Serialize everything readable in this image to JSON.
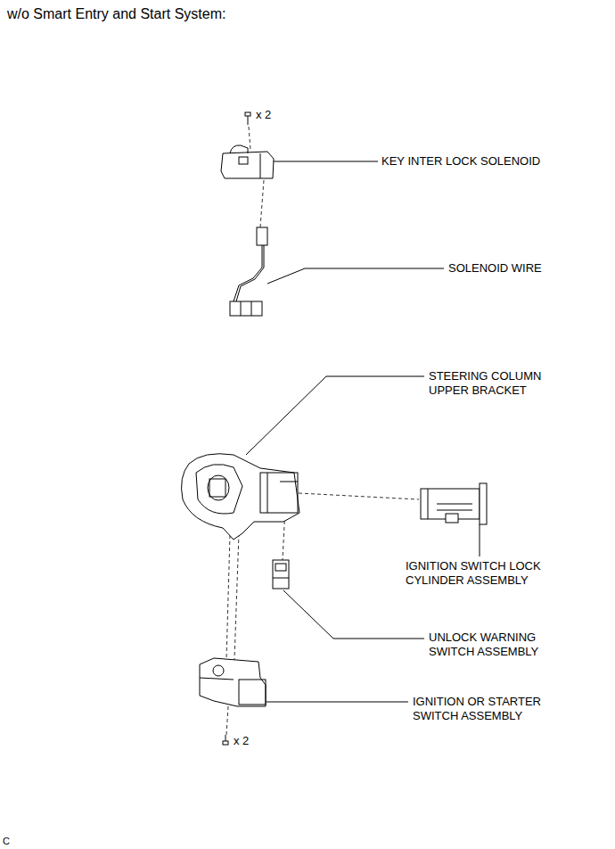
{
  "diagram": {
    "title": "w/o Smart Entry and Start System:",
    "labels": [
      "x 2",
      "KEY INTER LOCK SOLENOID",
      "SOLENOID WIRE",
      "STEERING COLUMN UPPER BRACKET",
      "IGNITION SWITCH LOCK CYLINDER ASSEMBLY",
      "UNLOCK WARNING SWITCH ASSEMBLY",
      "IGNITION OR STARTER SWITCH ASSEMBLY",
      "x 2",
      "C"
    ]
  }
}
